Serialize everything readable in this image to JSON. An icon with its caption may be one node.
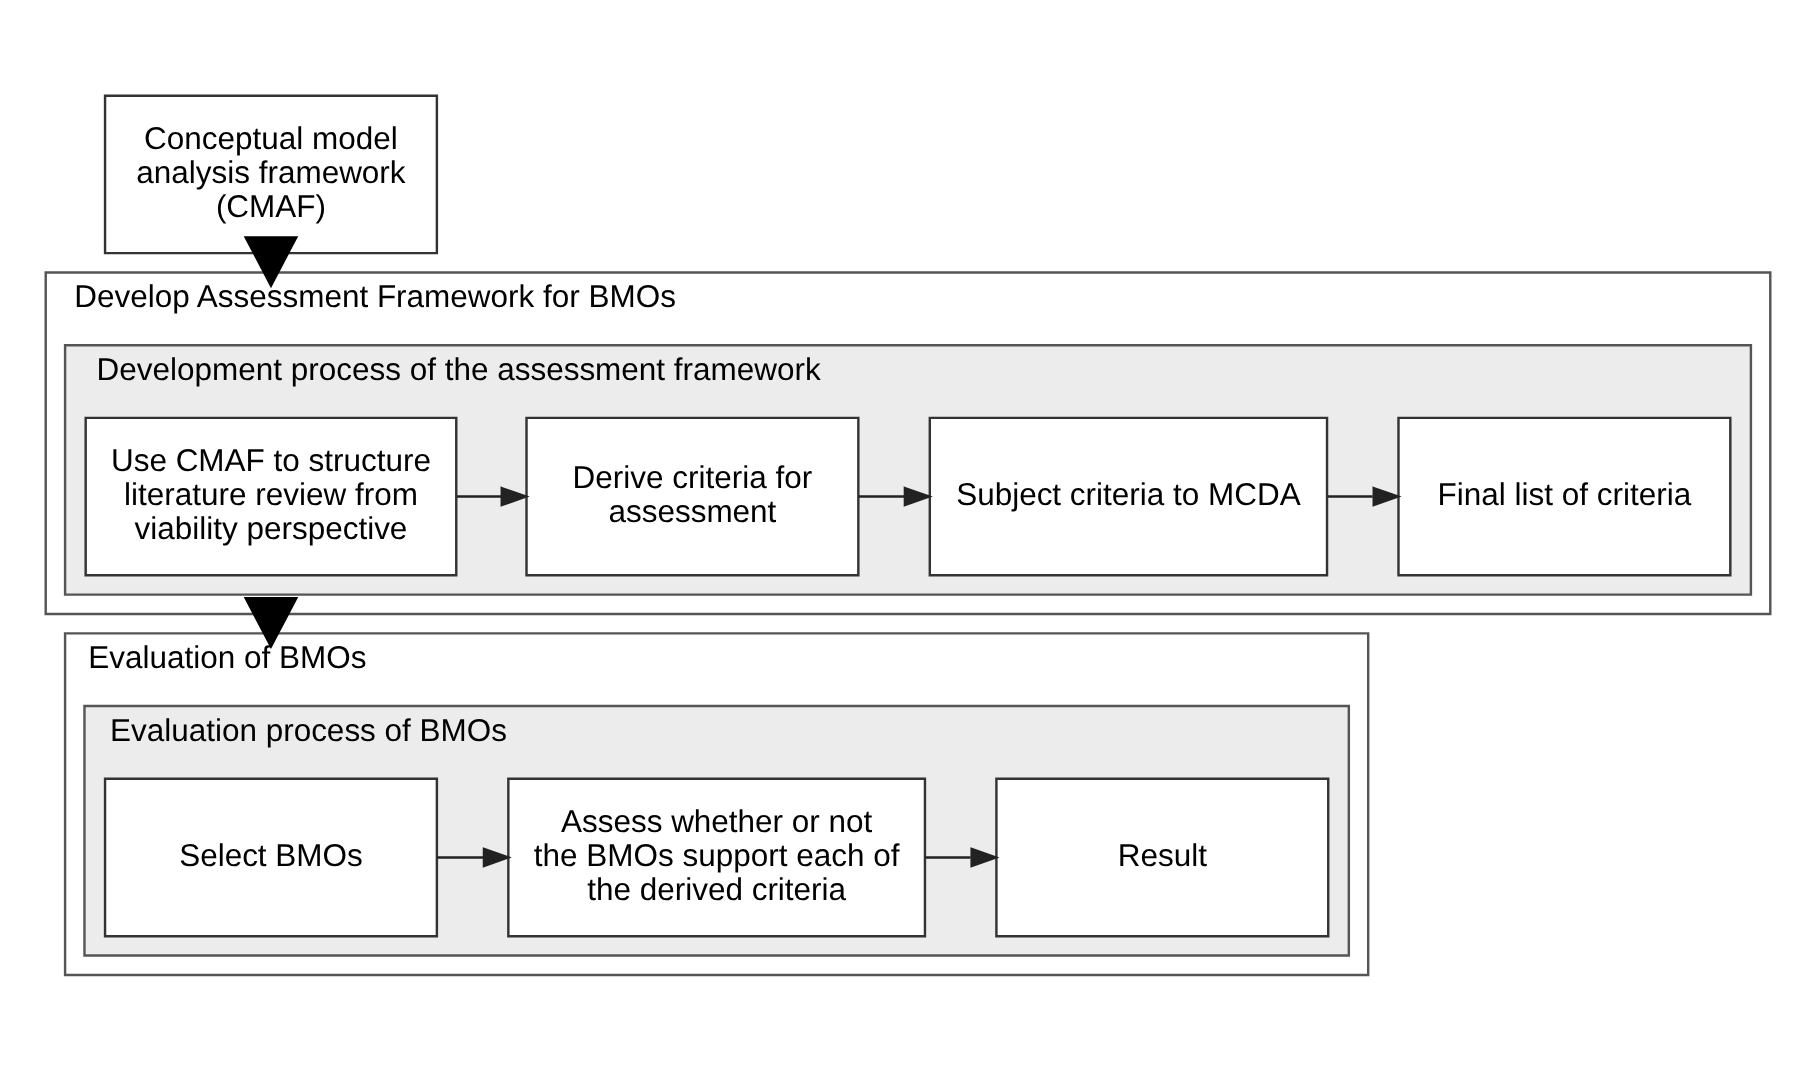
{
  "diagram": {
    "nodes": [
      {
        "text": [
          "Conceptual model analysis framework (CMAF)"
        ]
      },
      {
        "text": [
          "Develop Assessment Framework for BMOs"
        ]
      },
      {
        "text": [
          "Development process of the assessment framework"
        ],
        "in": 1
      },
      {
        "text": [
          "Use CMAF to structure literature review from viability perspective"
        ],
        "in": 2
      },
      {
        "text": [
          "Derive criteria for assessment"
        ],
        "in": 2
      },
      {
        "text": [
          "Subject criteria to MCDA"
        ],
        "in": 2
      },
      {
        "text": [
          "Final list of criteria"
        ],
        "in": 2
      },
      {
        "text": [
          "Evaluation of BMOs"
        ]
      },
      {
        "text": [
          "Evaluation process of BMOs"
        ],
        "in": 7
      },
      {
        "text": [
          "Select BMOs"
        ],
        "in": 8
      },
      {
        "text": [
          "Assess whether or not the BMOs support each of the derived criteria"
        ],
        "in": 8
      },
      {
        "text": [
          "Result"
        ],
        "in": 8
      }
    ],
    "edges": [
      {
        "from": 0,
        "to": 1,
        "arrow": "to",
        "style": "thick"
      },
      {
        "from": 3,
        "to": 4,
        "arrow": "to"
      },
      {
        "from": 4,
        "to": 5,
        "arrow": "to"
      },
      {
        "from": 5,
        "to": 6,
        "arrow": "to"
      },
      {
        "from": 1,
        "to": 7,
        "arrow": "to",
        "style": "thick"
      },
      {
        "from": 9,
        "to": 10,
        "arrow": "to"
      },
      {
        "from": 10,
        "to": 11,
        "arrow": "to"
      }
    ]
  }
}
